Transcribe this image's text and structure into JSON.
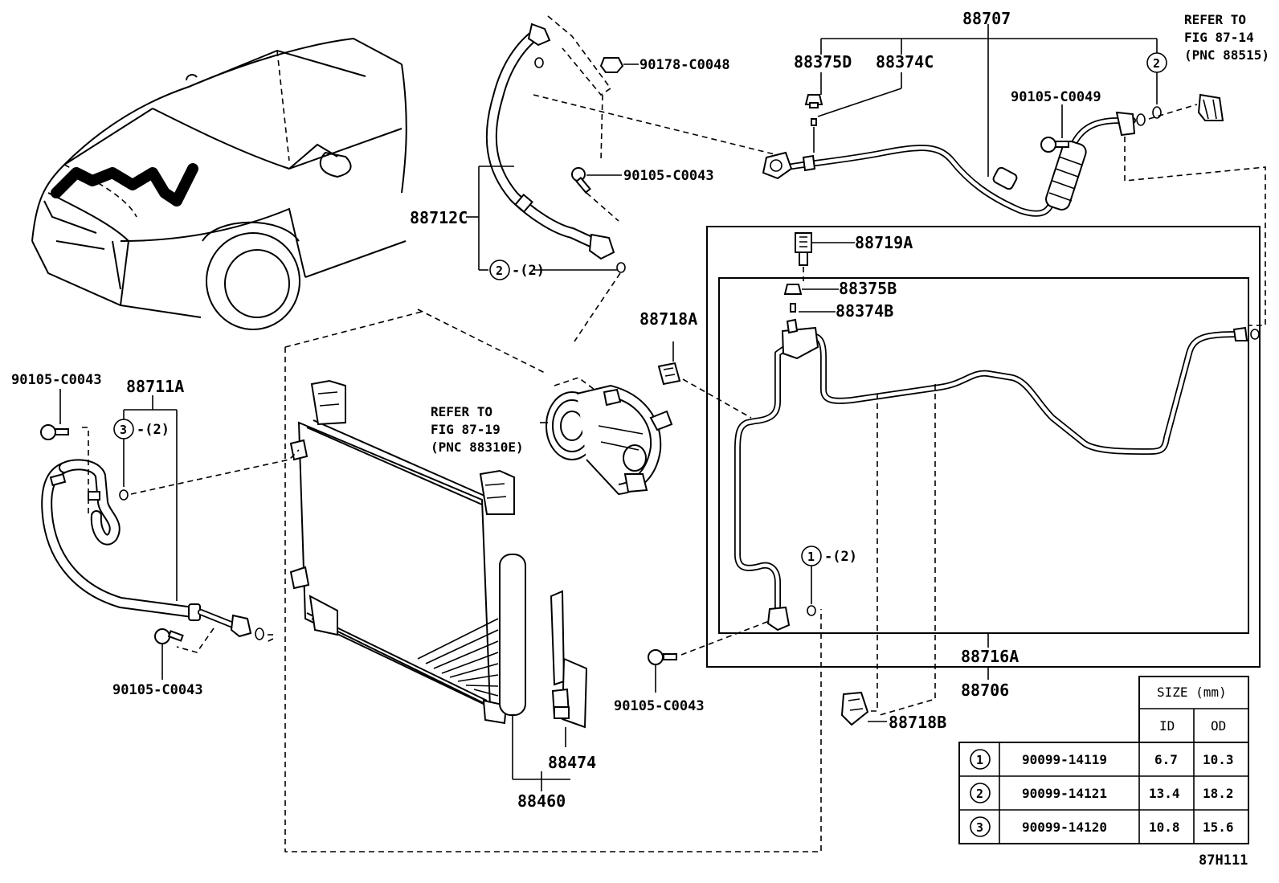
{
  "callouts": {
    "p88707": "88707",
    "p88375D": "88375D",
    "p88374C": "88374C",
    "p90178": "90178-C0048",
    "p90105a": "90105-C0049",
    "p90105b": "90105-C0043",
    "p88712C": "88712C",
    "p88719A": "88719A",
    "p88375B": "88375B",
    "p88374B": "88374B",
    "p88718A": "88718A",
    "p90105c": "90105-C0043",
    "p88711A": "88711A",
    "p90105d": "90105-C0043",
    "p90105e": "90105-C0043",
    "p88716A": "88716A",
    "p88706": "88706",
    "p88718B": "88718B",
    "p88474": "88474",
    "p88460": "88460"
  },
  "qty": {
    "q2": "-(2)",
    "q3": "-(2)",
    "q1": "-(2)"
  },
  "circled": {
    "c1": "1",
    "c2": "2",
    "c3": "3"
  },
  "references": {
    "ref1": {
      "line1": "REFER TO",
      "line2": "FIG 87-14",
      "line3": "(PNC 88515)"
    },
    "ref2": {
      "line1": "REFER TO",
      "line2": "FIG 87-19",
      "line3": "(PNC 88310E)"
    }
  },
  "size_table": {
    "header": "SIZE (mm)",
    "col_id": "ID",
    "col_od": "OD",
    "rows": [
      {
        "key": "1",
        "part": "90099-14119",
        "id": "6.7",
        "od": "10.3"
      },
      {
        "key": "2",
        "part": "90099-14121",
        "id": "13.4",
        "od": "18.2"
      },
      {
        "key": "3",
        "part": "90099-14120",
        "id": "10.8",
        "od": "15.6"
      }
    ]
  },
  "figure_id": "87H111"
}
